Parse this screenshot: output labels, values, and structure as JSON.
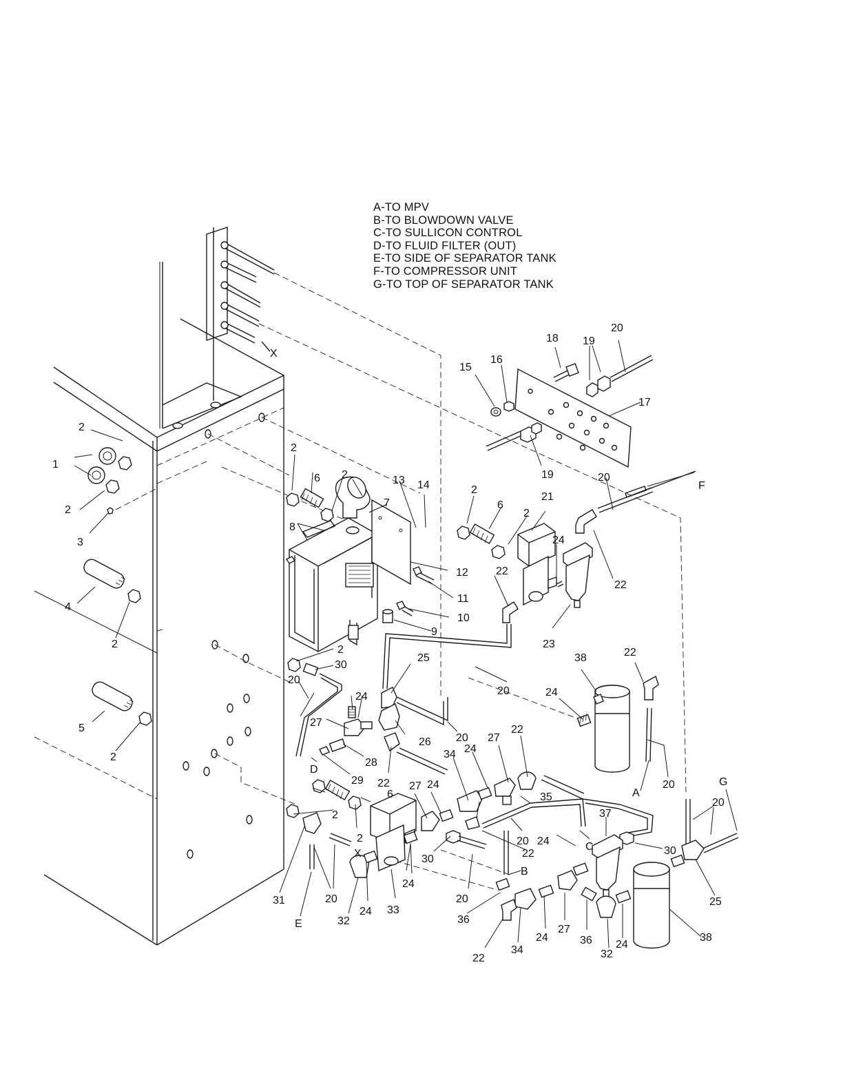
{
  "legend": [
    "A-TO MPV",
    "B-TO BLOWDOWN VALVE",
    "C-TO SULLICON CONTROL",
    "D-TO FLUID FILTER (OUT)",
    "E-TO SIDE OF SEPARATOR TANK",
    "F-TO COMPRESSOR UNIT",
    "G-TO TOP OF SEPARATOR TANK"
  ],
  "callouts": [
    {
      "t": "X"
    },
    {
      "t": "20"
    },
    {
      "t": "18"
    },
    {
      "t": "19"
    },
    {
      "t": "15"
    },
    {
      "t": "16"
    },
    {
      "t": "17"
    },
    {
      "t": "19"
    },
    {
      "t": "2"
    },
    {
      "t": "1"
    },
    {
      "t": "2"
    },
    {
      "t": "3"
    },
    {
      "t": "2"
    },
    {
      "t": "6"
    },
    {
      "t": "2"
    },
    {
      "t": "13"
    },
    {
      "t": "14"
    },
    {
      "t": "7"
    },
    {
      "t": "8"
    },
    {
      "t": "12"
    },
    {
      "t": "11"
    },
    {
      "t": "10"
    },
    {
      "t": "9"
    },
    {
      "t": "20"
    },
    {
      "t": "F"
    },
    {
      "t": "2"
    },
    {
      "t": "6"
    },
    {
      "t": "2"
    },
    {
      "t": "21"
    },
    {
      "t": "24"
    },
    {
      "t": "22"
    },
    {
      "t": "22"
    },
    {
      "t": "23"
    },
    {
      "t": "4"
    },
    {
      "t": "2"
    },
    {
      "t": "2"
    },
    {
      "t": "30"
    },
    {
      "t": "20"
    },
    {
      "t": "25"
    },
    {
      "t": "20"
    },
    {
      "t": "38"
    },
    {
      "t": "22"
    },
    {
      "t": "24"
    },
    {
      "t": "24"
    },
    {
      "t": "5"
    },
    {
      "t": "2"
    },
    {
      "t": "27"
    },
    {
      "t": "26"
    },
    {
      "t": "20"
    },
    {
      "t": "28"
    },
    {
      "t": "29"
    },
    {
      "t": "D"
    },
    {
      "t": "22"
    },
    {
      "t": "34"
    },
    {
      "t": "24"
    },
    {
      "t": "27"
    },
    {
      "t": "22"
    },
    {
      "t": "A"
    },
    {
      "t": "20"
    },
    {
      "t": "6"
    },
    {
      "t": "2"
    },
    {
      "t": "2"
    },
    {
      "t": "27"
    },
    {
      "t": "24"
    },
    {
      "t": "35"
    },
    {
      "t": "X"
    },
    {
      "t": "30"
    },
    {
      "t": "20"
    },
    {
      "t": "22"
    },
    {
      "t": "C"
    },
    {
      "t": "37"
    },
    {
      "t": "30"
    },
    {
      "t": "G"
    },
    {
      "t": "20"
    },
    {
      "t": "24"
    },
    {
      "t": "31"
    },
    {
      "t": "20"
    },
    {
      "t": "32"
    },
    {
      "t": "24"
    },
    {
      "t": "33"
    },
    {
      "t": "24"
    },
    {
      "t": "20"
    },
    {
      "t": "B"
    },
    {
      "t": "36"
    },
    {
      "t": "22"
    },
    {
      "t": "34"
    },
    {
      "t": "24"
    },
    {
      "t": "27"
    },
    {
      "t": "36"
    },
    {
      "t": "32"
    },
    {
      "t": "24"
    },
    {
      "t": "25"
    },
    {
      "t": "38"
    },
    {
      "t": "E"
    }
  ]
}
